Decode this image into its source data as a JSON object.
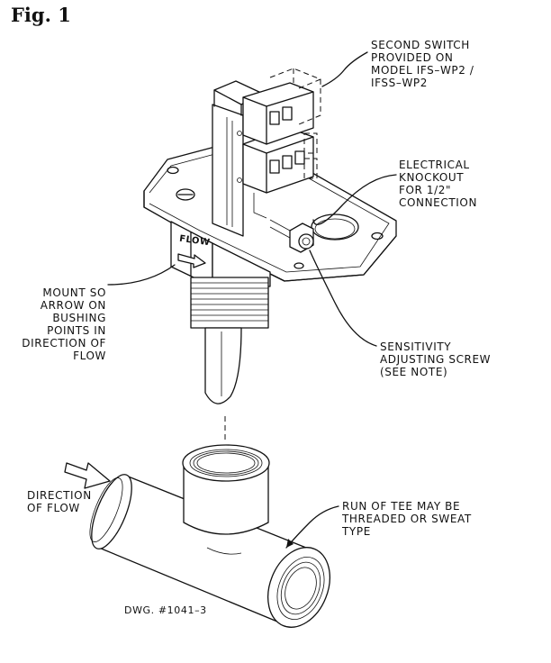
{
  "figure": {
    "title": "Fig. 1"
  },
  "labels": {
    "second_switch": [
      "SECOND SWITCH",
      "PROVIDED ON",
      "MODEL IFS–WP2 /",
      "IFSS–WP2"
    ],
    "electrical_knockout": [
      "ELECTRICAL",
      "KNOCKOUT",
      "FOR 1/2\"",
      "CONNECTION"
    ],
    "mount_arrow": [
      "MOUNT SO",
      "ARROW ON",
      "BUSHING",
      "POINTS IN",
      "DIRECTION OF",
      "FLOW"
    ],
    "sensitivity_screw": [
      "SENSITIVITY",
      "ADJUSTING SCREW",
      "(SEE NOTE)"
    ],
    "direction_of_flow": [
      "DIRECTION",
      "OF FLOW"
    ],
    "run_of_tee": [
      "RUN OF TEE MAY BE",
      "THREADED OR SWEAT",
      "TYPE"
    ],
    "flow_marking": "FLOW",
    "drawing_number": "DWG. #1041–3"
  }
}
